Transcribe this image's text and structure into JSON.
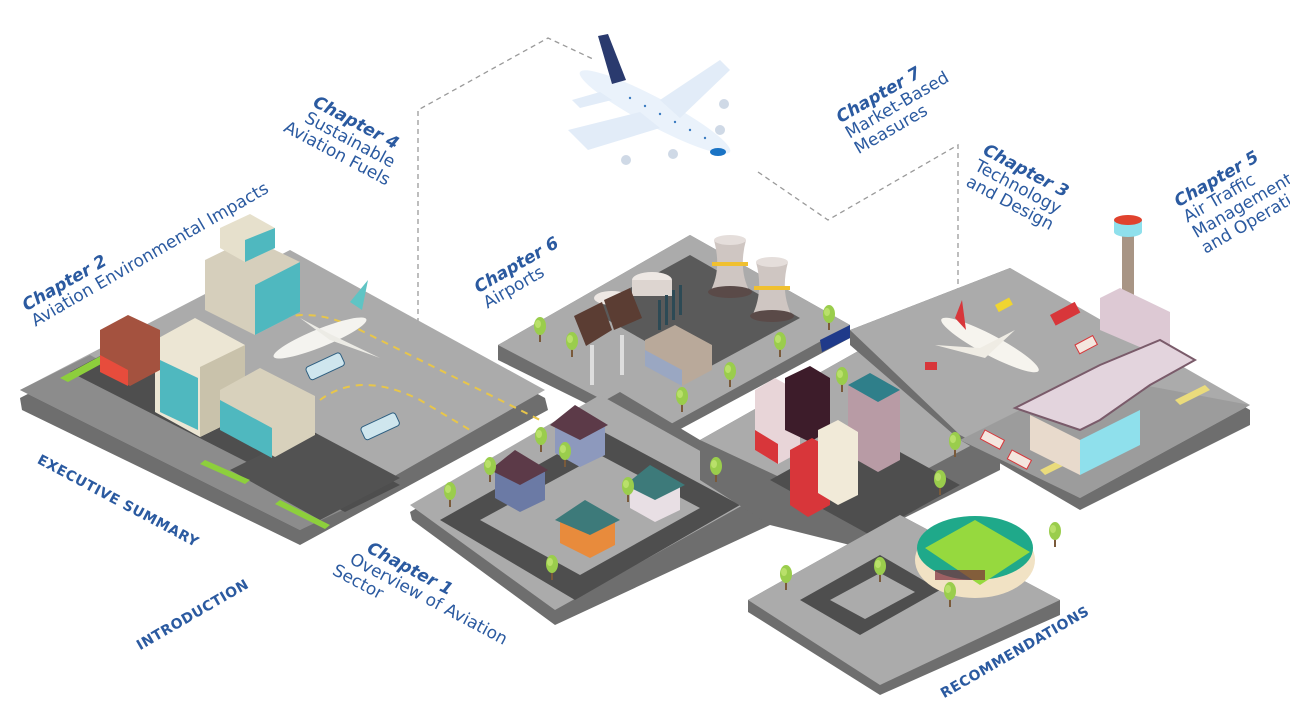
{
  "title": "Aviation Report Chapter Map",
  "colors": {
    "label_blue": "#2b5aa0",
    "platform_top": "#a9a9a9",
    "platform_side": "#6e6e6e",
    "road": "#4f4f4f",
    "tree": "#9acd4c",
    "dashed_line": "#999999"
  },
  "chapters": [
    {
      "id": "ch1",
      "chapter": "Chapter 1",
      "subtitle_lines": [
        "Overview of Aviation",
        "Sector"
      ]
    },
    {
      "id": "ch2",
      "chapter": "Chapter 2",
      "subtitle_lines": [
        "Aviation Environmental Impacts"
      ]
    },
    {
      "id": "ch3",
      "chapter": "Chapter 3",
      "subtitle_lines": [
        "Technology",
        "and Design"
      ]
    },
    {
      "id": "ch4",
      "chapter": "Chapter 4",
      "subtitle_lines": [
        "Sustainable",
        "Aviation Fuels"
      ]
    },
    {
      "id": "ch5",
      "chapter": "Chapter 5",
      "subtitle_lines": [
        "Air Traffic",
        "Management",
        "and Operations"
      ]
    },
    {
      "id": "ch6",
      "chapter": "Chapter 6",
      "subtitle_lines": [
        "Airports"
      ]
    },
    {
      "id": "ch7",
      "chapter": "Chapter 7",
      "subtitle_lines": [
        "Market-Based",
        "Measures"
      ]
    }
  ],
  "sections": {
    "executive_summary": "EXECUTIVE SUMMARY",
    "introduction": "INTRODUCTION",
    "recommendations": "RECOMMENDATIONS"
  },
  "illustrations": {
    "airport_terminal": "airport-terminal-block",
    "power_plant": "power-plant-block",
    "residential": "residential-block",
    "downtown": "downtown-block",
    "atc_airport": "atc-airport-block",
    "stadium": "stadium-block",
    "flying_plane": "airliner-in-flight"
  }
}
